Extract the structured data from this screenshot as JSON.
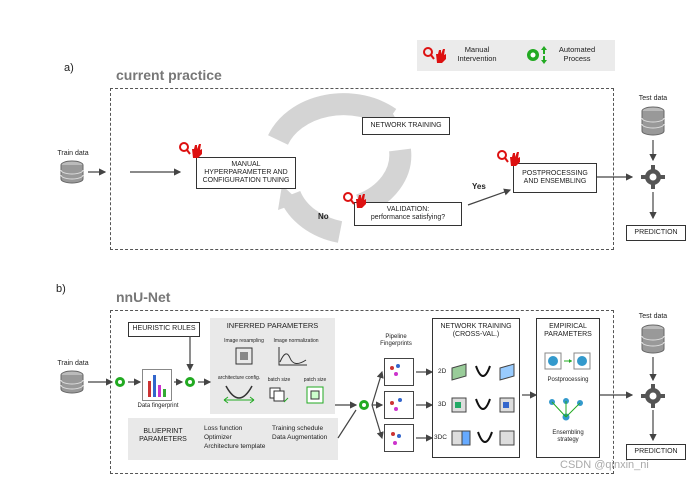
{
  "legend": {
    "manual": "Manual\nIntervention",
    "automated": "Automated\nProcess",
    "manual_icon": "hand-magnifier-icon",
    "automated_icon": "gear-arrows-icon"
  },
  "section_a": {
    "tag": "a)",
    "title": "current practice",
    "train_data": "Train data",
    "test_data": "Test data",
    "manual_tuning": "MANUAL\nHYPERPARAMETER AND\nCONFIGURATION TUNING",
    "network_training": "NETWORK TRAINING",
    "validation": "VALIDATION:\nperformance satisfying?",
    "no": "No",
    "yes": "Yes",
    "postprocessing": "POSTPROCESSING\nAND ENSEMBLING",
    "prediction": "PREDICTION"
  },
  "section_b": {
    "tag": "b)",
    "title": "nnU-Net",
    "train_data": "Train data",
    "test_data": "Test data",
    "heuristic_rules": "HEURISTIC RULES",
    "inferred_parameters": "INFERRED PARAMETERS",
    "image_resampling": "Image resampling",
    "image_normalization": "Image normalization",
    "architecture_config": "architecture config.",
    "batch_size": "batch size",
    "patch_size": "patch size",
    "data_fingerprint": "Data fingerprint",
    "blueprint_parameters": "BLUEPRINT\nPARAMETERS",
    "blueprint_col1": "Loss function\nOptimizer\nArchitecture template",
    "blueprint_col2": "Training schedule\nData Augmentation",
    "pipeline_fingerprints": "Pipeline\nFingerprints",
    "network_training": "NETWORK TRAINING\n(CROSS-VAL.)",
    "config_2d": "2D",
    "config_3d": "3D",
    "config_3dc": "3DC",
    "empirical_parameters": "EMPIRICAL\nPARAMETERS",
    "postprocessing": "Postprocessing",
    "ensembling_strategy": "Ensembling\nstrategy",
    "prediction": "PREDICTION"
  },
  "watermark": "CSDN @qinxin_ni"
}
